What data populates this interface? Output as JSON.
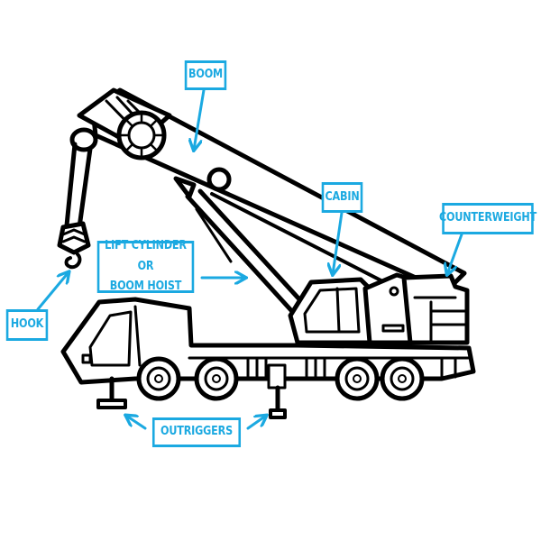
{
  "diagram": {
    "subject": "mobile crane truck",
    "accent_color": "#1ba9e1",
    "line_color": "#000000",
    "background": "#ffffff",
    "labels": {
      "boom": "BOOM",
      "lift_cylinder_line1": "LIFT CYLINDER OR",
      "lift_cylinder_line2": "BOOM HOIST",
      "cabin": "CABIN",
      "counterweight": "COUNTERWEIGHT",
      "hook": "HOOK",
      "outriggers": "OUTRIGGERS"
    }
  }
}
